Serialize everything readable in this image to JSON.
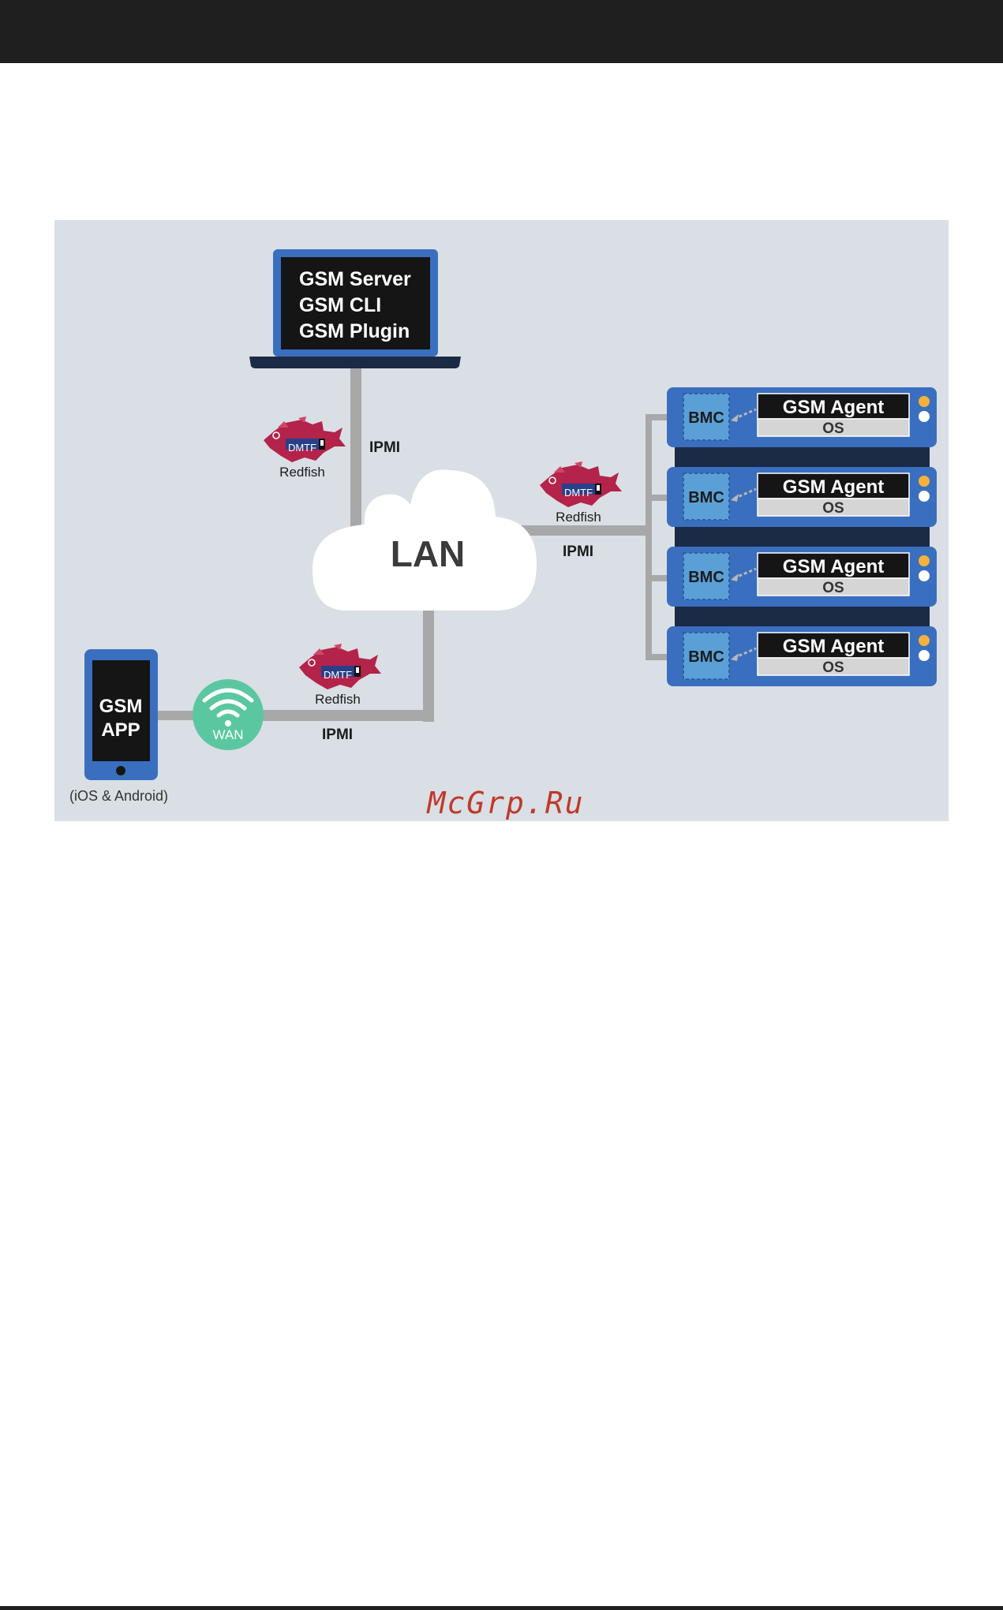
{
  "server": {
    "lines": [
      "GSM Server",
      "GSM CLI",
      "GSM Plugin"
    ]
  },
  "network": {
    "lan_label": "LAN",
    "wan_label": "WAN",
    "protocol_ipmi": "IPMI",
    "protocol_redfish": "Redfish",
    "dmtf_logo_text": "DMTF"
  },
  "app": {
    "line1": "GSM",
    "line2": "APP",
    "platforms": "(iOS & Android)"
  },
  "nodes": [
    {
      "bmc": "BMC",
      "agent": "GSM Agent",
      "os": "OS"
    },
    {
      "bmc": "BMC",
      "agent": "GSM Agent",
      "os": "OS"
    },
    {
      "bmc": "BMC",
      "agent": "GSM Agent",
      "os": "OS"
    },
    {
      "bmc": "BMC",
      "agent": "GSM Agent",
      "os": "OS"
    }
  ],
  "watermark": "McGrp.Ru",
  "colors": {
    "header": "#1f1f1f",
    "panel": "#d9dfe4",
    "blue": "#3a6fbf",
    "navy": "#1b2a45",
    "bmc": "#5a9fd6",
    "redfish": "#b3234a",
    "wan": "#5bc7a1",
    "connector": "#a8a8a8",
    "led_orange": "#f4b13c",
    "watermark": "#c0392b"
  }
}
